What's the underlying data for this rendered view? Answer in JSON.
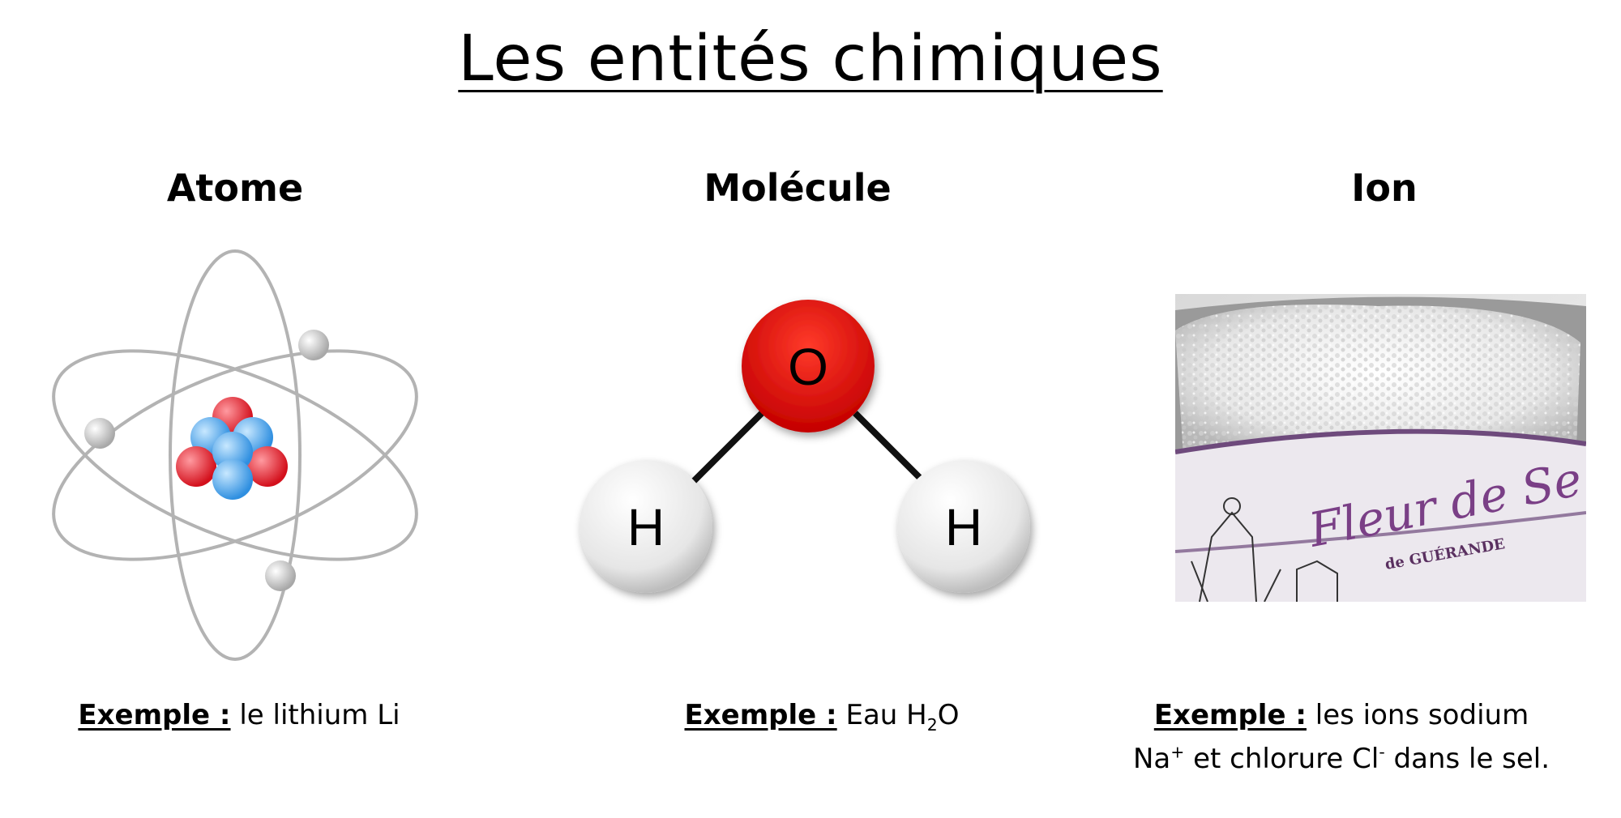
{
  "title": "Les entités chimiques",
  "columns": {
    "atome": {
      "heading": "Atome",
      "example_label": "Exemple :",
      "example_text": "le lithium Li"
    },
    "molecule": {
      "heading": "Molécule",
      "example_label": "Exemple :",
      "example_text_before": "Eau H",
      "example_sub": "2",
      "example_text_after": "O",
      "atoms": {
        "center": "O",
        "left": "H",
        "right": "H"
      }
    },
    "ion": {
      "heading": "Ion",
      "example_label": "Exemple :",
      "example_text_1": "les ions sodium Na",
      "example_sup_1": "+",
      "example_text_2": " et chlorure Cl",
      "example_sup_2": "-",
      "example_text_3": " dans le sel.",
      "photo_label_main": "Fleur de Se",
      "photo_label_sub": "de GUÉRANDE"
    }
  },
  "colors": {
    "oxygen": "#e00000",
    "hydrogen": "#f2f2f2",
    "proton": "#e8323c",
    "neutron": "#4aa8f0",
    "electron": "#c8c8c8",
    "orbit": "#b3b3b3",
    "label_purple": "#7a3f86"
  }
}
